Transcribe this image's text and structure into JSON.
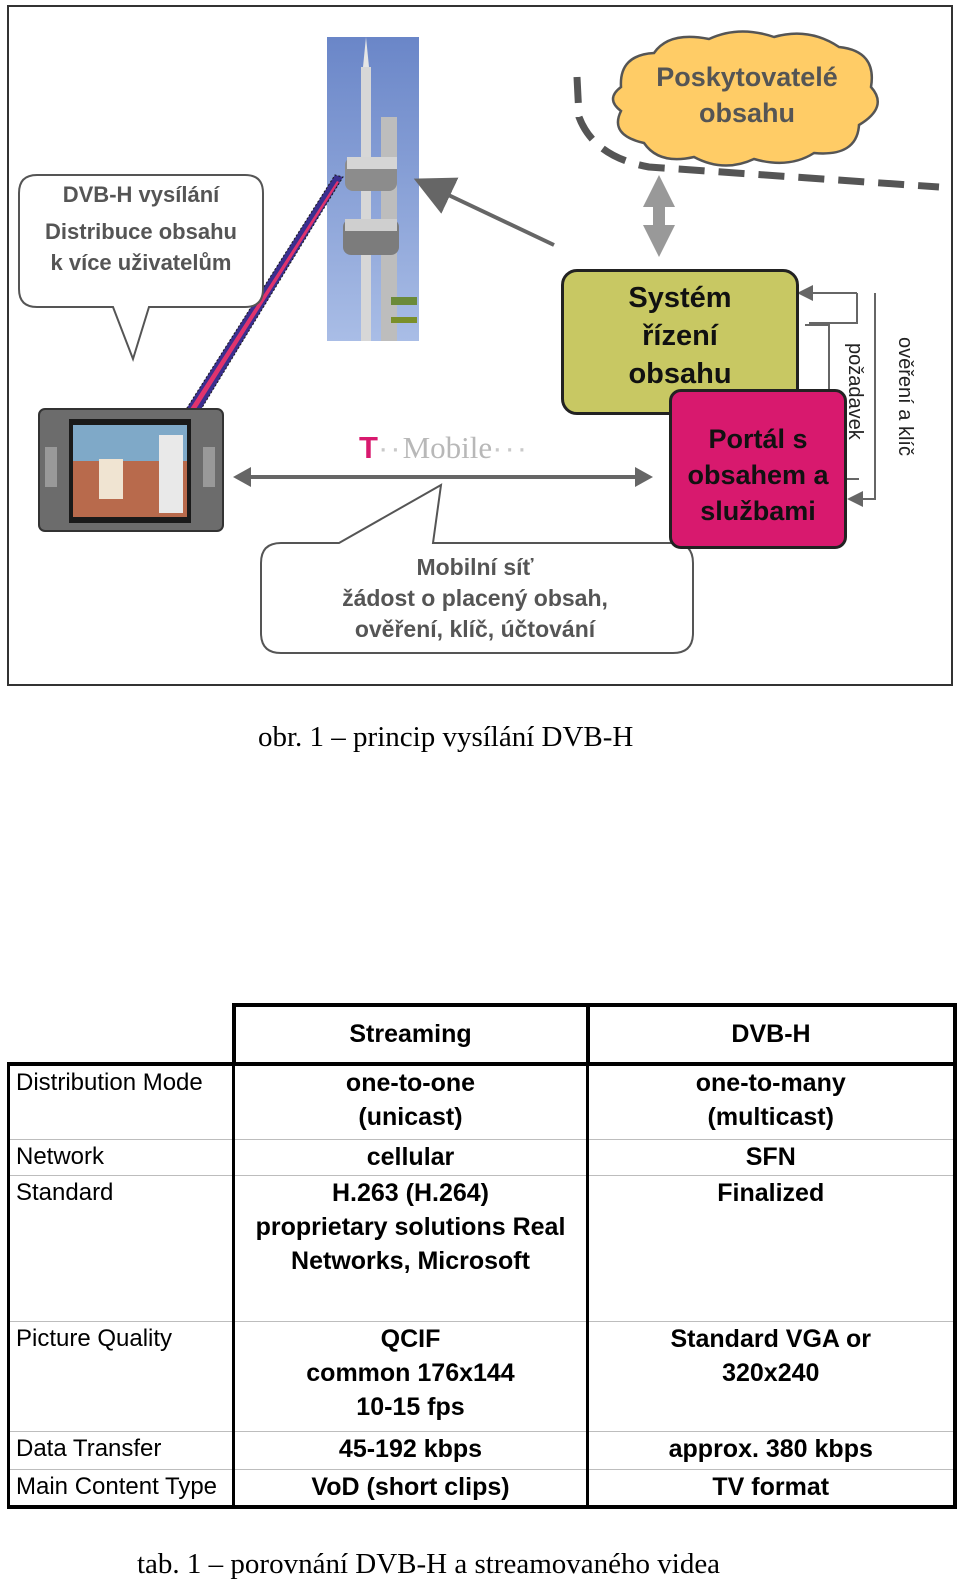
{
  "figure": {
    "speech1_title": "DVB-H vysílání",
    "speech1_text": "Distribuce obsahu\nk více uživatelům",
    "cloud_text": "Poskytovatelé\nobsahu",
    "green_box": "Systém\nřízení\nobsahu",
    "pink_box": "Portál s\nobsahem a\nslužbami",
    "vertical_label_1": "požadavek",
    "vertical_label_2": "ověření a klíč",
    "tmobile_t": "T",
    "tmobile_dots": "··",
    "tmobile_name": "Mobile",
    "tmobile_trailing": "···",
    "speech2_text": "Mobilní síť\nžádost o placený obsah,\nověření, klíč, účtování",
    "colors": {
      "green": "#c8c863",
      "pink": "#d8196e",
      "cloud": "#ffcc66"
    }
  },
  "caption1": "obr. 1 – princip vysílání DVB-H",
  "table": {
    "columns": [
      "Streaming",
      "DVB-H"
    ],
    "rows": [
      {
        "label": "Distribution Mode",
        "streaming": "one-to-one\n(unicast)",
        "dvbh": "one-to-many\n(multicast)"
      },
      {
        "label": "Network",
        "streaming": "cellular",
        "dvbh": "SFN"
      },
      {
        "label": "Standard",
        "streaming": "H.263 (H.264)\nproprietary solutions Real\nNetworks, Microsoft",
        "dvbh": "Finalized"
      },
      {
        "label": "Picture Quality",
        "streaming": "QCIF\ncommon 176x144\n10-15 fps",
        "dvbh": "Standard VGA or\n320x240"
      },
      {
        "label": "Data Transfer",
        "streaming": "45-192 kbps",
        "dvbh": "approx. 380 kbps"
      },
      {
        "label": "Main Content Type",
        "streaming": "VoD (short clips)",
        "dvbh": "TV format"
      }
    ]
  },
  "caption2": "tab. 1 – porovnání DVB-H a streamovaného videa"
}
